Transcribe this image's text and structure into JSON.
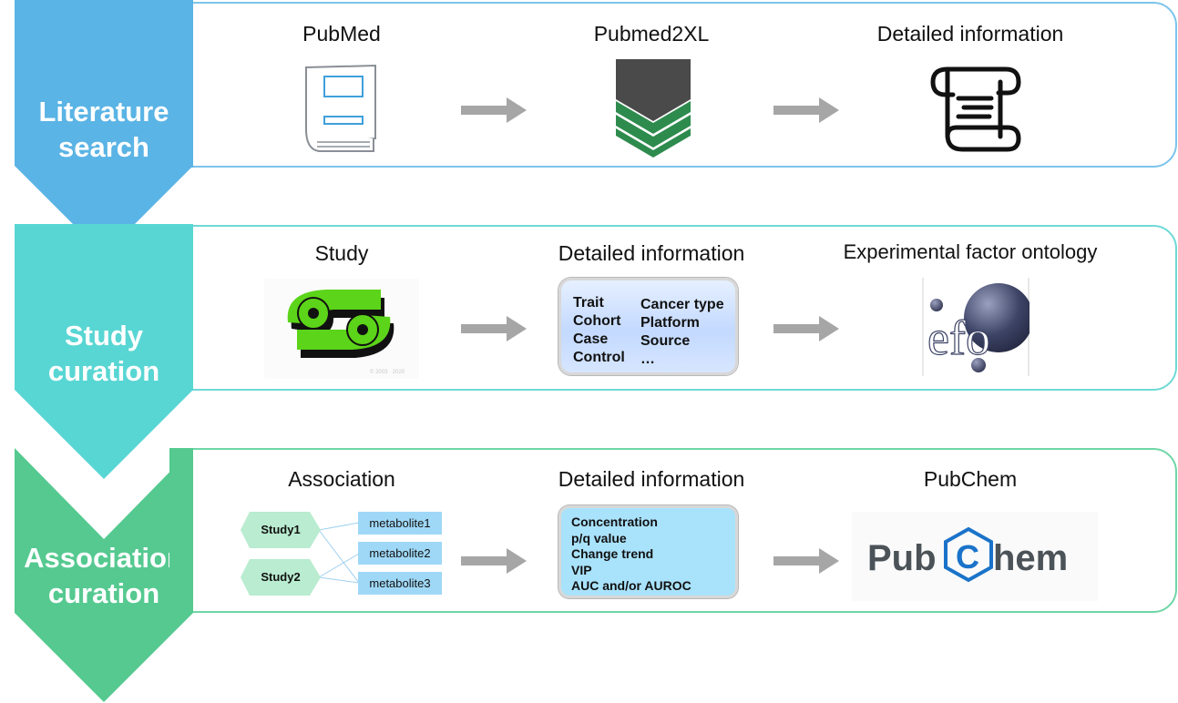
{
  "stages": [
    {
      "label_line1": "Literature",
      "label_line2": "search",
      "color": "#5ab4e5",
      "steps": [
        "PubMed",
        "Pubmed2XL",
        "Detailed information"
      ]
    },
    {
      "label_line1": "Study",
      "label_line2": "curation",
      "color": "#58d6d3",
      "steps": [
        "Study",
        "Detailed information",
        "Experimental factor ontology"
      ],
      "info_left": [
        "Trait",
        "Cohort",
        "Case",
        "Control"
      ],
      "info_right": [
        "Cancer type",
        "Platform",
        "Source",
        "…"
      ]
    },
    {
      "label_line1": "Association",
      "label_line2": "curation",
      "color": "#55c990",
      "steps": [
        "Association",
        "Detailed information",
        "PubChem"
      ],
      "studies": [
        "Study1",
        "Study2"
      ],
      "metabolites": [
        "metabolite1",
        "metabolite2",
        "metabolite3"
      ],
      "info": [
        "Concentration",
        "p/q value",
        "Change trend",
        "VIP",
        "AUC and/or AUROC"
      ]
    }
  ],
  "logos": {
    "efo_text": "efo",
    "pubchem_left": "Pub",
    "pubchem_c": "C",
    "pubchem_right": "hem",
    "watermark": "© 2003 · 2020"
  },
  "icons": [
    "book-icon",
    "pubmed2xl-icon",
    "scroll-icon",
    "cancer-sign-icon",
    "efo-logo",
    "pubchem-logo"
  ]
}
